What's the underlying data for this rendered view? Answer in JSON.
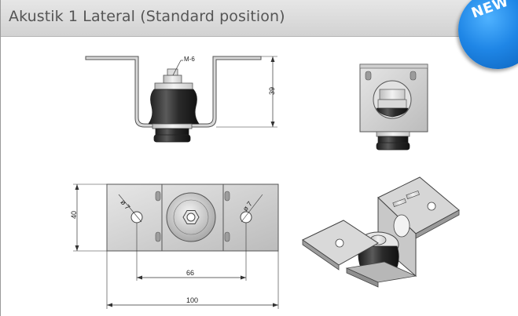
{
  "header": {
    "title": "Akustik 1 Lateral (Standard position)"
  },
  "badge": {
    "label": "NEW",
    "color": "#1f86e6"
  },
  "dimensions": {
    "thread_label": "M-6",
    "height": "39",
    "depth": "40",
    "hole_diameter_left": "ø 7",
    "hole_diameter_right": "ø 7",
    "hole_spacing": "66",
    "overall_length": "100"
  }
}
